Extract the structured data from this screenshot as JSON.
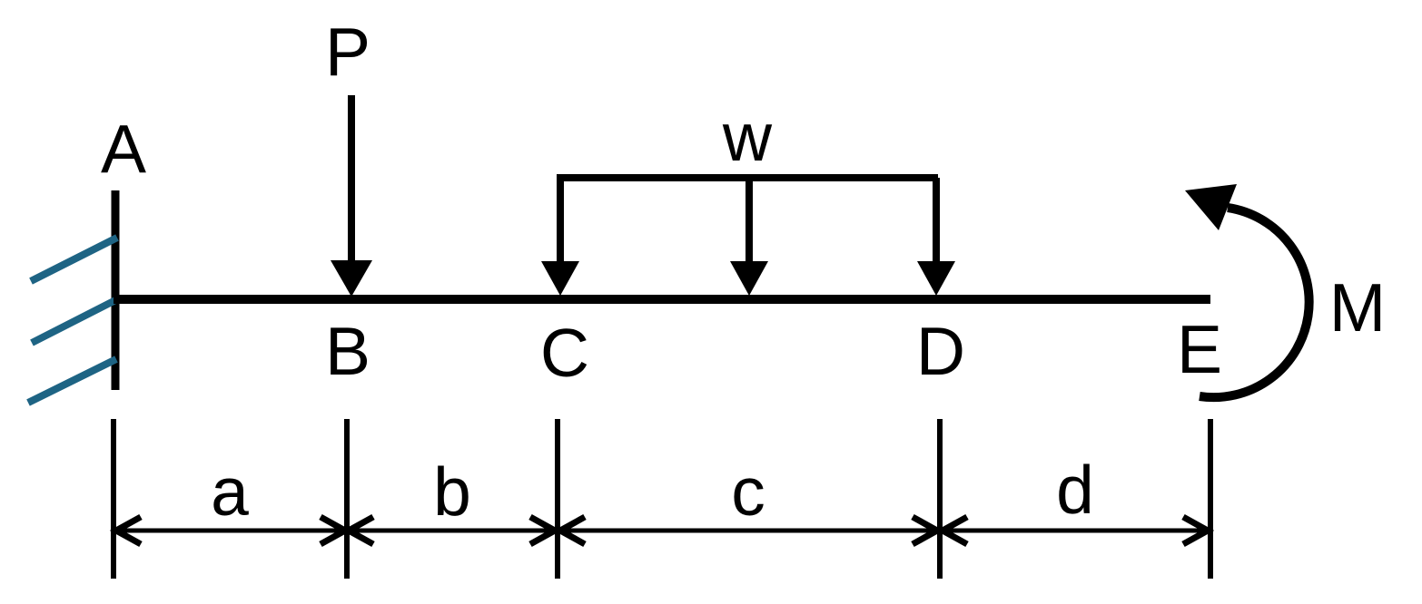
{
  "colors": {
    "background": "#FFFFFF",
    "ink": "#000000",
    "support_hatch": "#1E6484"
  },
  "nodes": {
    "A": "A",
    "B": "B",
    "C": "C",
    "D": "D",
    "E": "E"
  },
  "loads": {
    "point_load": "P",
    "distributed_load": "w",
    "end_moment": "M"
  },
  "spans": {
    "A_B": "a",
    "B_C": "b",
    "C_D": "c",
    "D_E": "d"
  }
}
